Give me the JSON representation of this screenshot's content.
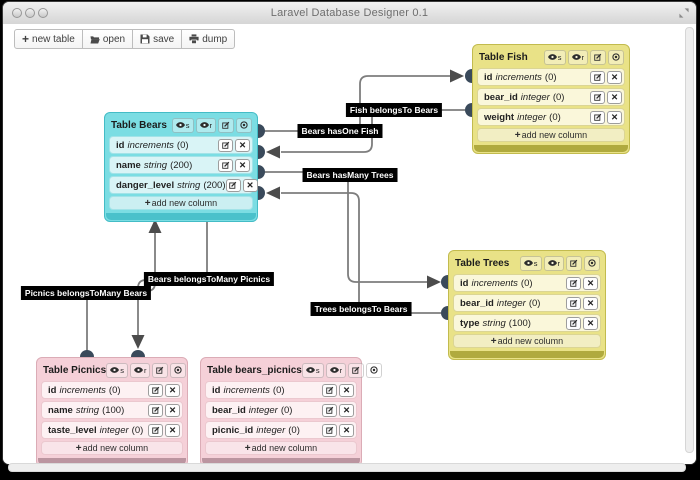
{
  "window": {
    "title": "Laravel Database Designer 0.1"
  },
  "toolbar": {
    "new_table": "new table",
    "open": "open",
    "save": "save",
    "dump": "dump"
  },
  "ui": {
    "eye_s": "s",
    "eye_r": "r",
    "add_column": "add new column"
  },
  "icons": {
    "plus": "+",
    "delete": "✕"
  },
  "tables": [
    {
      "title": "Table Bears",
      "theme": "cyan",
      "columns": [
        {
          "name": "id",
          "type": "increments",
          "size": "(0)"
        },
        {
          "name": "name",
          "type": "string",
          "size": "(200)"
        },
        {
          "name": "danger_level",
          "type": "string",
          "size": "(200)"
        }
      ]
    },
    {
      "title": "Table Fish",
      "theme": "yellow",
      "columns": [
        {
          "name": "id",
          "type": "increments",
          "size": "(0)"
        },
        {
          "name": "bear_id",
          "type": "integer",
          "size": "(0)"
        },
        {
          "name": "weight",
          "type": "integer",
          "size": "(0)"
        }
      ]
    },
    {
      "title": "Table Trees",
      "theme": "yellow",
      "columns": [
        {
          "name": "id",
          "type": "increments",
          "size": "(0)"
        },
        {
          "name": "bear_id",
          "type": "integer",
          "size": "(0)"
        },
        {
          "name": "type",
          "type": "string",
          "size": "(100)"
        }
      ]
    },
    {
      "title": "Table Picnics",
      "theme": "pink",
      "columns": [
        {
          "name": "id",
          "type": "increments",
          "size": "(0)"
        },
        {
          "name": "name",
          "type": "string",
          "size": "(100)"
        },
        {
          "name": "taste_level",
          "type": "integer",
          "size": "(0)"
        }
      ]
    },
    {
      "title": "Table bears_picnics",
      "theme": "pink",
      "columns": [
        {
          "name": "id",
          "type": "increments",
          "size": "(0)"
        },
        {
          "name": "bear_id",
          "type": "integer",
          "size": "(0)"
        },
        {
          "name": "picnic_id",
          "type": "integer",
          "size": "(0)"
        }
      ]
    }
  ],
  "relationships": [
    {
      "label": "Bears hasOne Fish"
    },
    {
      "label": "Fish belongsTo Bears"
    },
    {
      "label": "Bears hasMany Trees"
    },
    {
      "label": "Trees belongsTo Bears"
    },
    {
      "label": "Bears belongsToMany Picnics"
    },
    {
      "label": "Picnics belongsToMany Bears"
    }
  ],
  "colors": {
    "table_cyan": "#7bdde3",
    "table_yellow": "#e9e287",
    "table_pink": "#f5d0d8",
    "wire": "#7d7d7d",
    "endpoint": "#3a4a5b",
    "label_bg": "#000000",
    "label_text": "#ffffff"
  }
}
